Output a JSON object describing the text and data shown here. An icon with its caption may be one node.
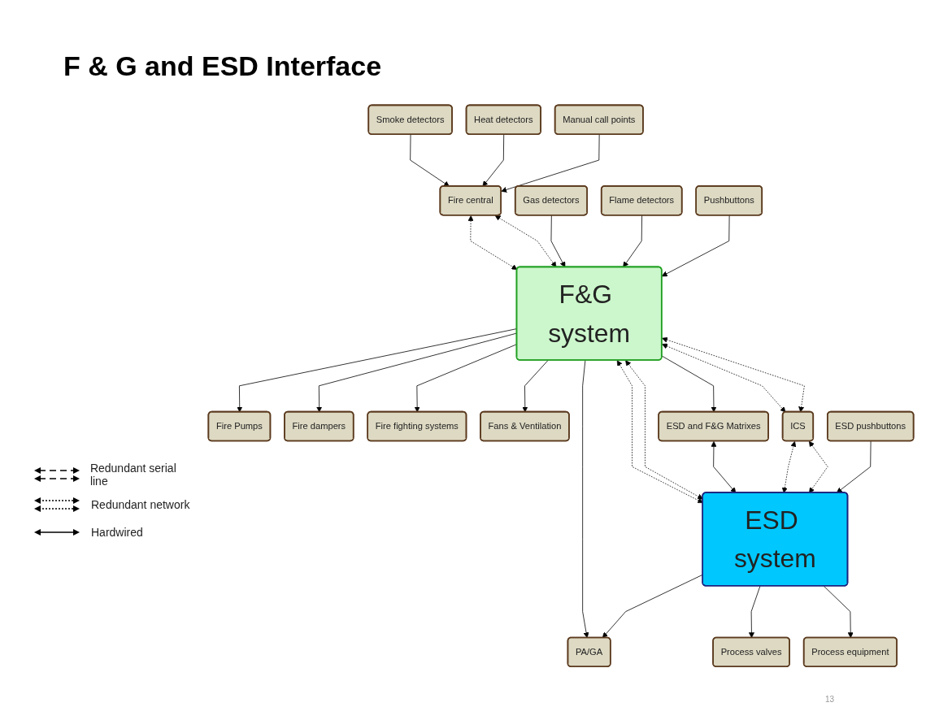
{
  "diagram": {
    "title": "F & G and ESD Interface",
    "nodes": [
      {
        "text": [
          "Smoke detectors"
        ]
      },
      {
        "text": [
          "Heat detectors"
        ]
      },
      {
        "text": [
          "Manual call points"
        ]
      },
      {
        "text": [
          "Fire central"
        ]
      },
      {
        "text": [
          "Gas detectors"
        ]
      },
      {
        "text": [
          "Flame detectors"
        ]
      },
      {
        "text": [
          "Pushbuttons"
        ]
      },
      {
        "text": [
          "F&G system"
        ]
      },
      {
        "text": [
          "Fire Pumps"
        ]
      },
      {
        "text": [
          "Fire dampers"
        ]
      },
      {
        "text": [
          "Fire fighting systems"
        ]
      },
      {
        "text": [
          "Fans & Ventilation"
        ]
      },
      {
        "text": [
          "ESD and F&G Matrixes"
        ]
      },
      {
        "text": [
          "ICS"
        ]
      },
      {
        "text": [
          "PA/GA"
        ]
      },
      {
        "text": [
          "ESD pushbuttons"
        ]
      },
      {
        "text": [
          "ESD system"
        ]
      },
      {
        "text": [
          "Process valves"
        ]
      },
      {
        "text": [
          "Process equipment"
        ]
      }
    ],
    "edges": [
      {
        "from": 0,
        "to": 3,
        "arrow": "to"
      },
      {
        "from": 1,
        "to": 3,
        "arrow": "to"
      },
      {
        "from": 2,
        "to": 3,
        "arrow": "to"
      },
      {
        "from": 3,
        "to": 7,
        "arrow": "both",
        "style": "dashed"
      },
      {
        "from": 3,
        "to": 7,
        "arrow": "both",
        "style": "dashed"
      },
      {
        "from": 4,
        "to": 7,
        "arrow": "to"
      },
      {
        "from": 5,
        "to": 7,
        "arrow": "to"
      },
      {
        "from": 6,
        "to": 7,
        "arrow": "to"
      },
      {
        "from": 7,
        "to": 8,
        "arrow": "to"
      },
      {
        "from": 7,
        "to": 9,
        "arrow": "to"
      },
      {
        "from": 7,
        "to": 10,
        "arrow": "to"
      },
      {
        "from": 7,
        "to": 11,
        "arrow": "to"
      },
      {
        "from": 7,
        "to": 16,
        "arrow": "both",
        "style": "dashed"
      },
      {
        "from": 7,
        "to": 16,
        "arrow": "both",
        "style": "dashed"
      },
      {
        "from": 7,
        "to": 12,
        "arrow": "to"
      },
      {
        "from": 7,
        "to": 13,
        "arrow": "both",
        "style": "dashed"
      },
      {
        "from": 7,
        "to": 13,
        "arrow": "both",
        "style": "dashed"
      },
      {
        "from": 7,
        "to": 14,
        "arrow": "to"
      },
      {
        "from": 12,
        "to": 16,
        "arrow": "both"
      },
      {
        "from": 13,
        "to": 16,
        "arrow": "both",
        "style": "dashed"
      },
      {
        "from": 13,
        "to": 16,
        "arrow": "both",
        "style": "dashed"
      },
      {
        "from": 16,
        "to": 14,
        "arrow": "to"
      },
      {
        "from": 15,
        "to": 16,
        "arrow": "to"
      },
      {
        "from": 16,
        "to": 17,
        "arrow": "to"
      },
      {
        "from": 16,
        "to": 18,
        "arrow": "to"
      }
    ],
    "labels": [
      "13"
    ],
    "legend": [
      {
        "text": "Redundant serial line"
      },
      {
        "text": "Redundant network"
      },
      {
        "text": "Hardwired"
      }
    ]
  }
}
